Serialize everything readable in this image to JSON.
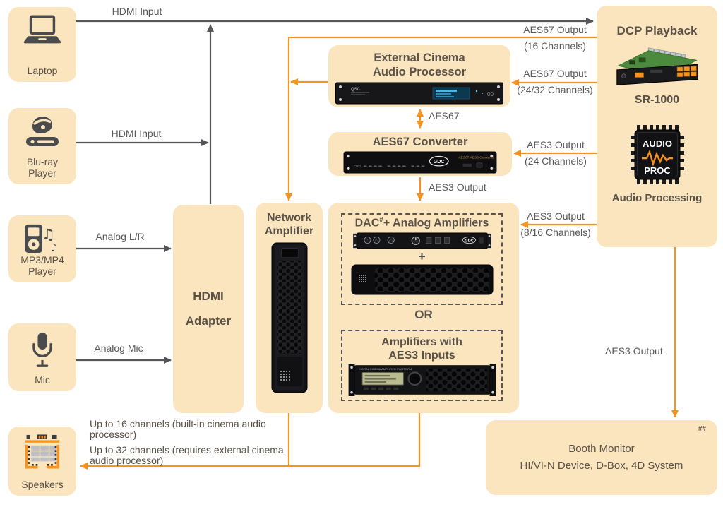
{
  "colors": {
    "box_bg": "#FAE5BE",
    "orange": "#F6921E",
    "gray_line": "#55565A",
    "title": "#5A5147",
    "label": "#58595B",
    "dark_icon": "#4A4B4D"
  },
  "sources": {
    "laptop": {
      "label": "Laptop",
      "icon": "laptop-icon"
    },
    "bluray": {
      "label1": "Blu-ray",
      "label2": "Player",
      "icon": "bluray-player-icon"
    },
    "mp3": {
      "label1": "MP3/MP4",
      "label2": "Player",
      "icon": "mp3-player-icon"
    },
    "mic": {
      "label": "Mic",
      "icon": "microphone-icon"
    },
    "speakers": {
      "label": "Speakers",
      "icon": "cinema-speakers-icon"
    }
  },
  "nodes": {
    "hdmi_adapter": {
      "title1": "HDMI",
      "title2": "Adapter"
    },
    "network_amplifier": {
      "title1": "Network",
      "title2": "Amplifier",
      "device": "network-amplifier-image"
    },
    "external_processor": {
      "title1": "External Cinema",
      "title2": "Audio Processor",
      "device": "cinema-processor-image"
    },
    "aes67_converter": {
      "title": "AES67 Converter",
      "device": "aes67-converter-image"
    },
    "amplifier_options": {
      "dac_prefix": "DAC",
      "dac_sup": "#",
      "dac_suffix": "+ Analog Amplifiers",
      "plus": "+",
      "or": "OR",
      "aes3_title1": "Amplifiers with",
      "aes3_title2": "AES3 Inputs"
    },
    "dcp": {
      "title": "DCP Playback",
      "model": "SR-1000",
      "chip_top": "AUDIO",
      "chip_bottom": "PROC",
      "label": "Audio Processing"
    },
    "booth": {
      "footnote": "##",
      "line1": "Booth Monitor",
      "line2": "HI/VI-N Device, D-Box, 4D System"
    }
  },
  "edges": {
    "hdmi_top": "HDMI Input",
    "hdmi_bluray": "HDMI Input",
    "analog_lr": "Analog L/R",
    "analog_mic": "Analog Mic",
    "aes67_16": {
      "l1": "AES67 Output",
      "l2": "(16 Channels)"
    },
    "aes67_2432": {
      "l1": "AES67 Output",
      "l2": "(24/32 Channels)"
    },
    "aes67_link": "AES67",
    "aes3_24": {
      "l1": "AES3 Output",
      "l2": "(24 Channels)"
    },
    "aes3_mid": "AES3 Output",
    "aes3_816": {
      "l1": "AES3 Output",
      "l2": "(8/16 Channels)"
    },
    "aes3_booth": "AES3 Output",
    "note_16": "Up to 16 channels (built-in cinema audio processor)",
    "note_32": "Up to 32 channels (requires external cinema audio processor)"
  }
}
